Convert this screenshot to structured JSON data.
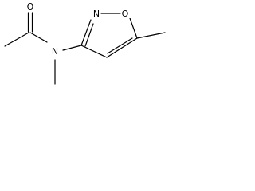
{
  "molecule": {
    "atoms": [
      {
        "label": "O"
      },
      {
        "label": "N"
      },
      {
        "label": "N"
      },
      {
        "label": "O"
      }
    ],
    "colors": {
      "bond": "#000000",
      "background": "#ffffff"
    }
  }
}
